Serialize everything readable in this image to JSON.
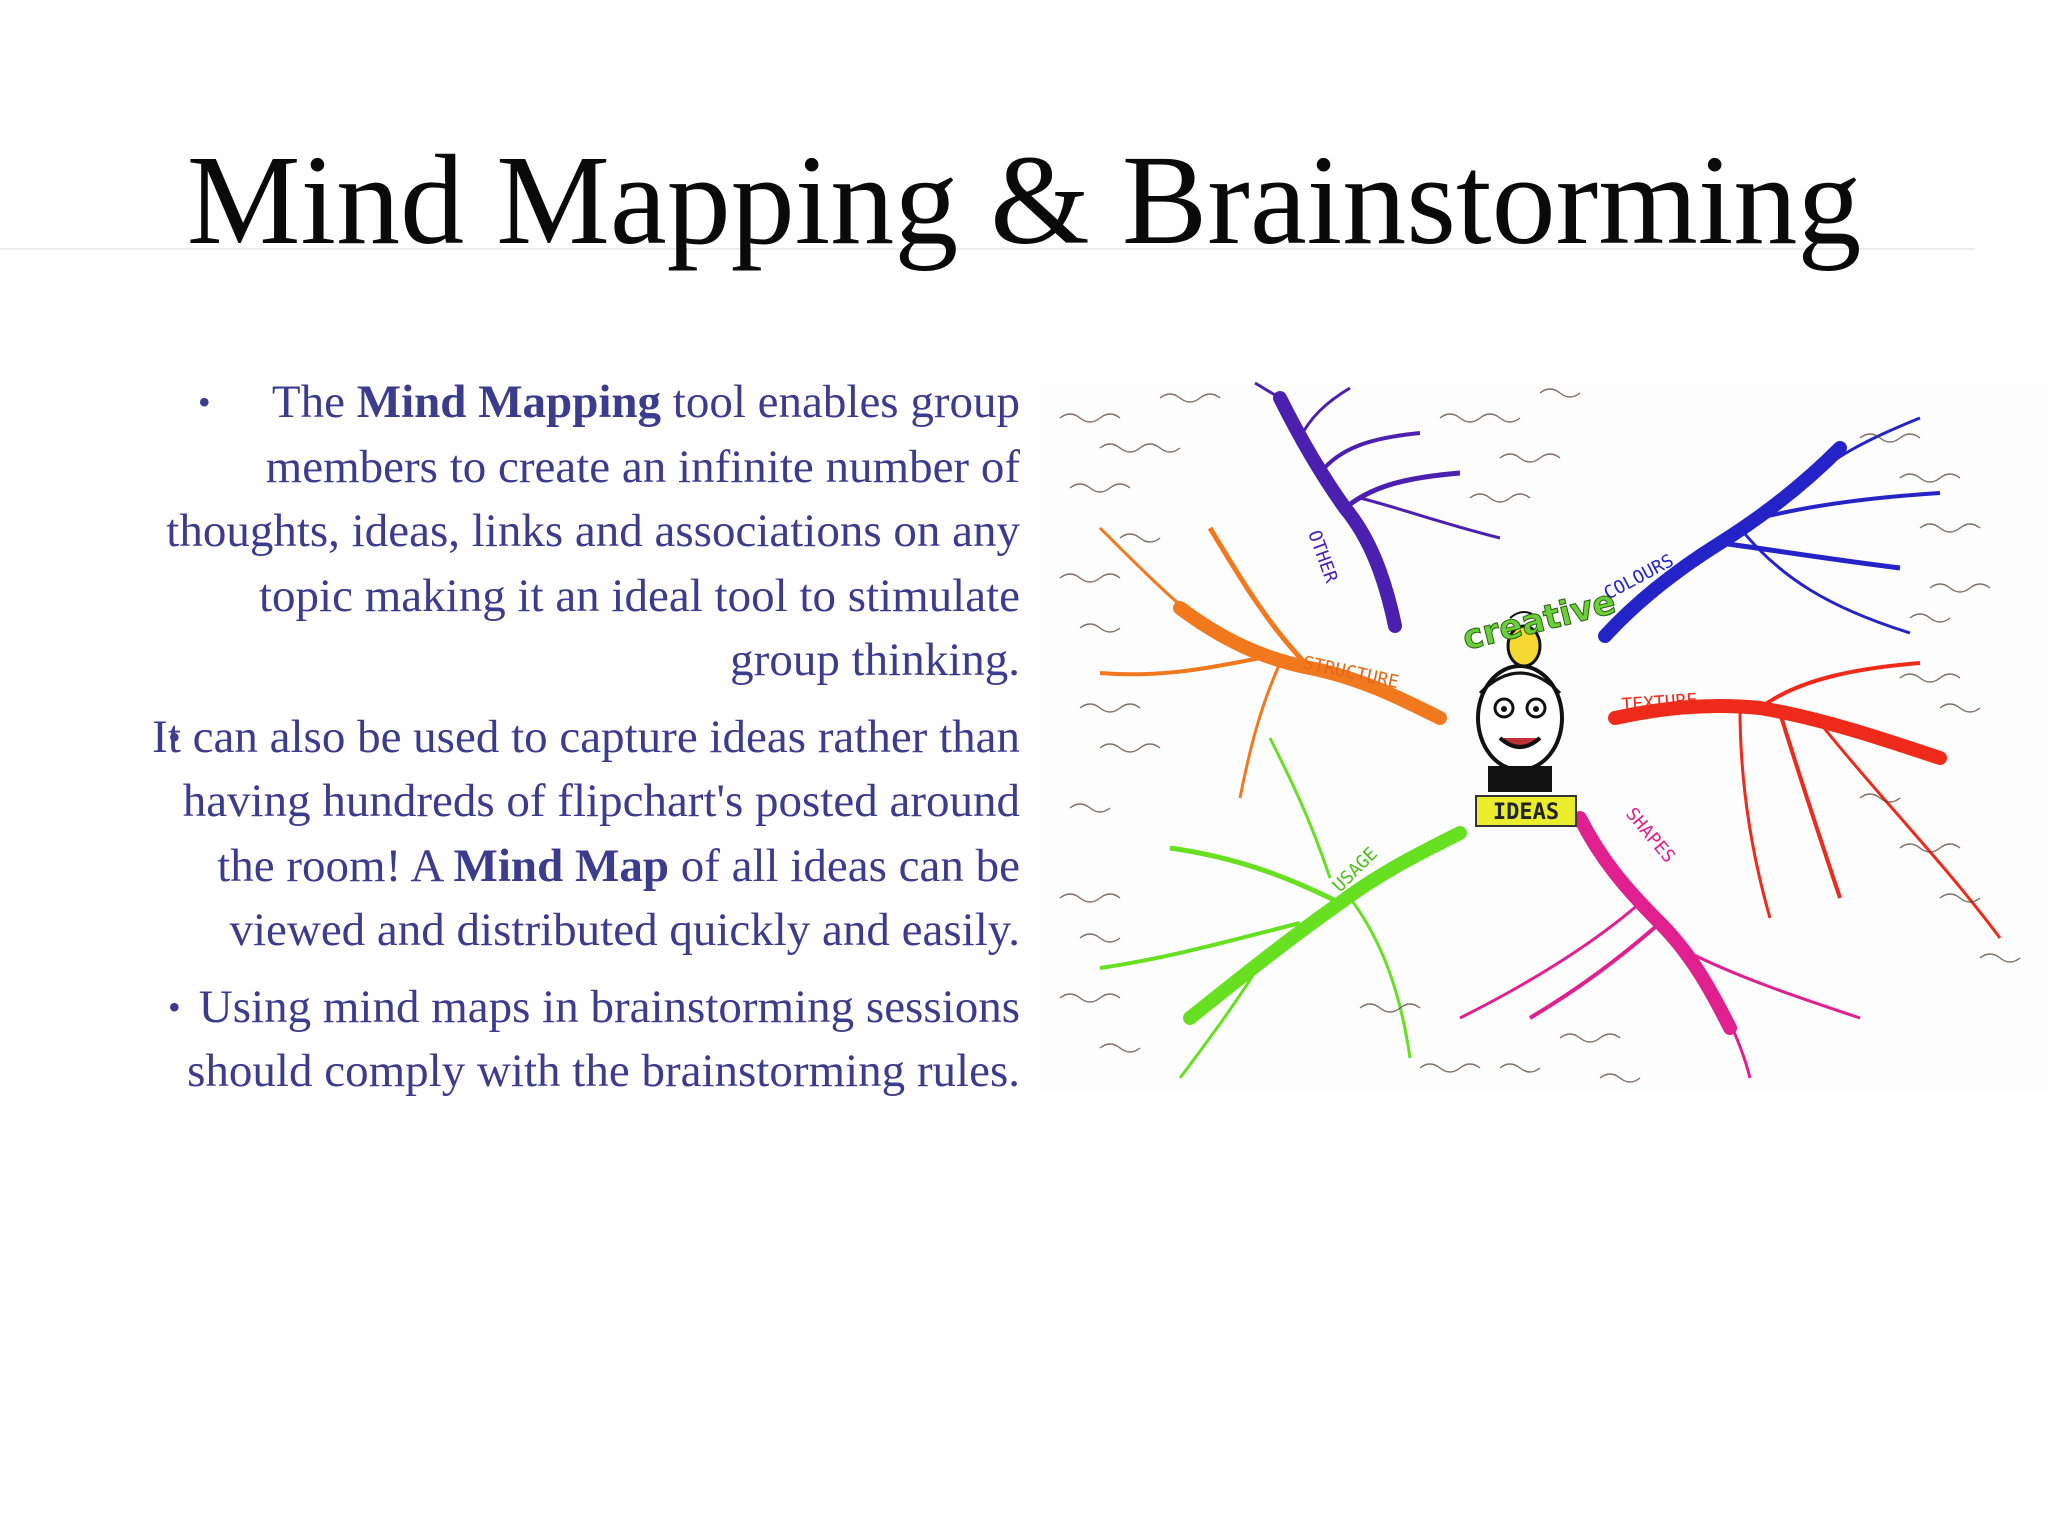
{
  "slide": {
    "title": "Mind Mapping & Brainstorming",
    "bullets": [
      {
        "before": "The ",
        "bold": "Mind Mapping",
        "after": " tool enables group members to create an infinite number of thoughts, ideas, links and associations on any topic making it an ideal tool to stimulate group thinking."
      },
      {
        "before": "It can also be used to capture ideas rather than having hundreds of flipchart's posted around the room! A ",
        "bold": "Mind Map",
        "after": " of all ideas can be viewed and distributed quickly and easily."
      },
      {
        "text": "Using mind maps in brainstorming sessions should comply with the brainstorming rules."
      }
    ]
  },
  "mindmap": {
    "center_top": "creative",
    "center_bottom": "IDEAS",
    "branches": {
      "other": "OTHER",
      "colours": "COLOURS",
      "structure": "STRUCTURE",
      "texture": "TEXTURE",
      "usage": "USAGE",
      "shapes": "SHAPES"
    },
    "colors": {
      "other": "#4b1fb0",
      "colours": "#2323c8",
      "structure": "#f2781e",
      "texture": "#ee2a1a",
      "usage": "#66e020",
      "shapes": "#e0208e"
    }
  }
}
